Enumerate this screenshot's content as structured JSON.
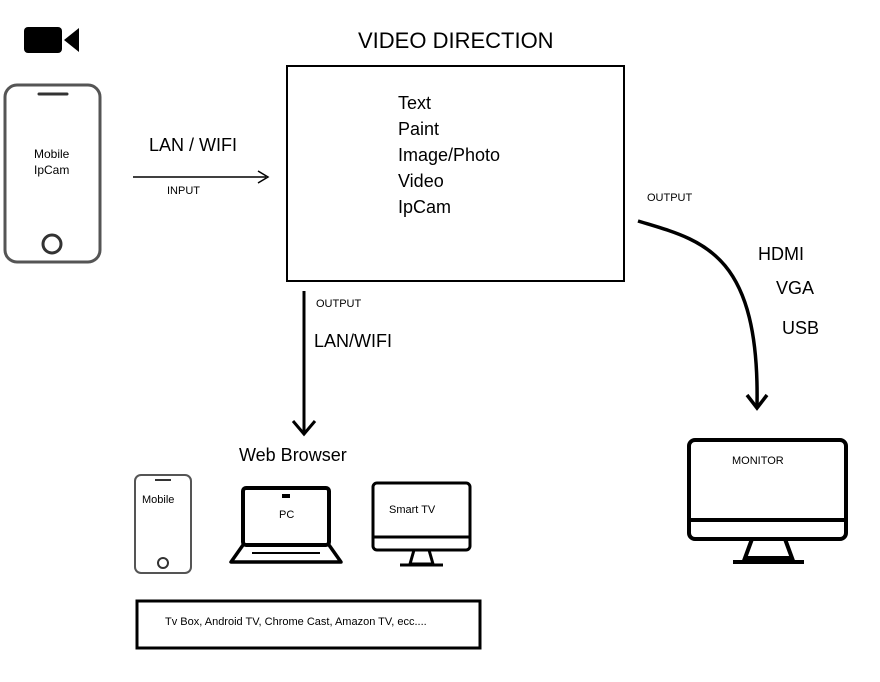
{
  "title": "VIDEO DIRECTION",
  "center_box": {
    "items": [
      "Text",
      "Paint",
      "Image/Photo",
      "Video",
      "IpCam"
    ]
  },
  "input": {
    "device_label_line1": "Mobile",
    "device_label_line2": "IpCam",
    "connection": "LAN / WIFI",
    "arrow_label": "INPUT"
  },
  "output_down": {
    "arrow_label": "OUTPUT",
    "connection": "LAN/WIFI",
    "target_title": "Web Browser",
    "devices": [
      "Mobile",
      "PC",
      "Smart TV"
    ],
    "tv_devices": "Tv Box, Android TV, Chrome Cast, Amazon TV, ecc...."
  },
  "output_right": {
    "arrow_label": "OUTPUT",
    "connections": [
      "HDMI",
      "VGA",
      "USB"
    ],
    "target": "MONITOR"
  },
  "icons": [
    "video-camera-icon",
    "mobile-phone-icon",
    "laptop-icon",
    "smart-tv-icon",
    "monitor-icon"
  ]
}
